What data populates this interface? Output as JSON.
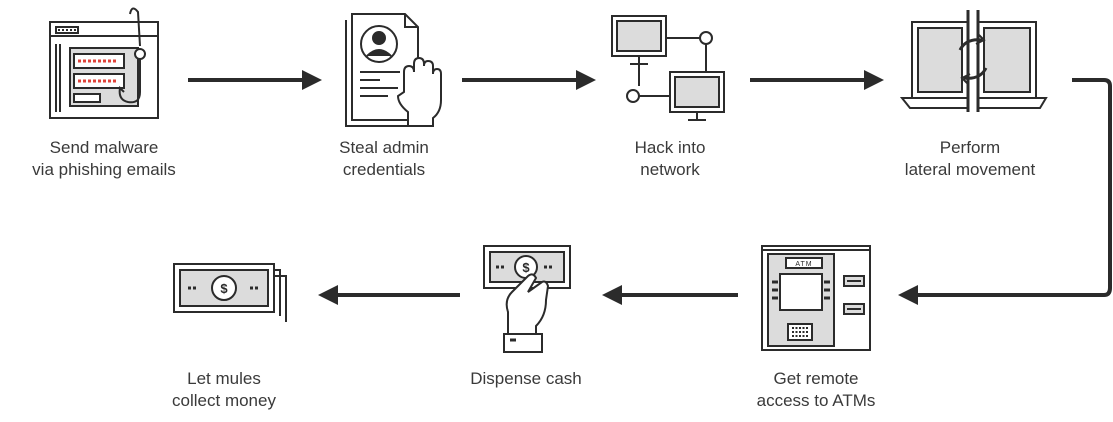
{
  "colors": {
    "stroke": "#2b2b2b",
    "fill_gray": "#dcdcdc",
    "accent_red": "#e0433a",
    "text": "#3a3a3a",
    "background": "#ffffff"
  },
  "steps": [
    {
      "icon": "phishing-email-icon",
      "lines": [
        "Send malware",
        "via phishing emails"
      ]
    },
    {
      "icon": "credentials-icon",
      "lines": [
        "Steal admin",
        "credentials"
      ]
    },
    {
      "icon": "network-icon",
      "lines": [
        "Hack into",
        "network"
      ]
    },
    {
      "icon": "lateral-movement-icon",
      "lines": [
        "Perform",
        "lateral movement"
      ]
    },
    {
      "icon": "atm-icon",
      "lines": [
        "Get remote",
        "access to ATMs"
      ],
      "atm_text": "ATM"
    },
    {
      "icon": "dispense-cash-icon",
      "lines": [
        "Dispense cash"
      ],
      "currency": "$"
    },
    {
      "icon": "money-stack-icon",
      "lines": [
        "Let mules",
        "collect money"
      ],
      "currency": "$"
    }
  ]
}
